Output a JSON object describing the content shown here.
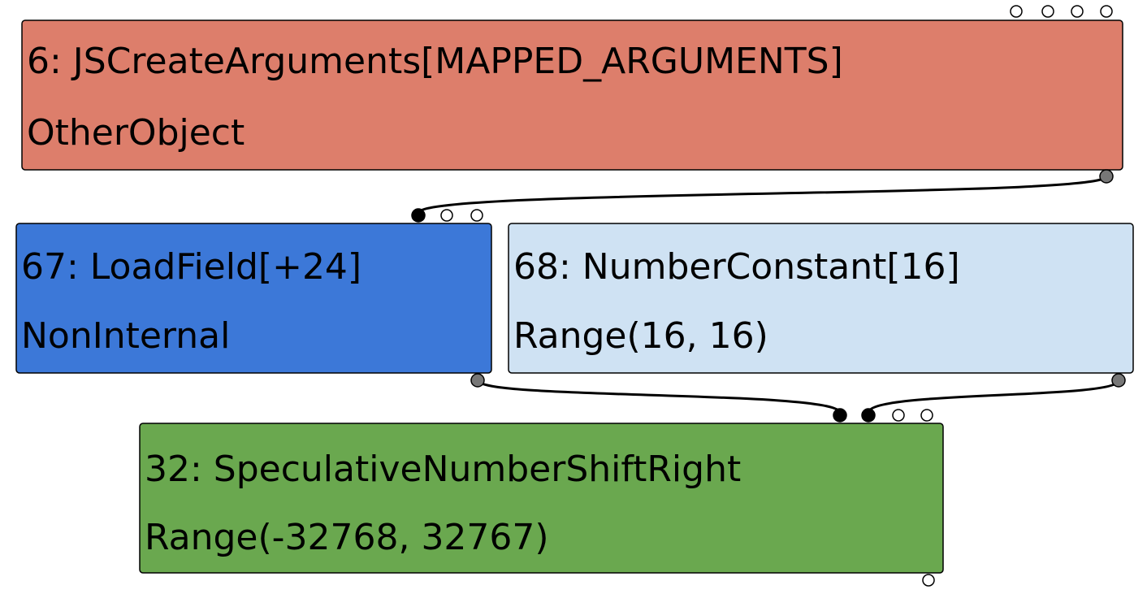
{
  "nodes": [
    {
      "id": "node-6",
      "title": "6: JSCreateArguments[MAPPED_ARGUMENTS]",
      "type": "OtherObject",
      "color": "#dd7e6b"
    },
    {
      "id": "node-67",
      "title": "67: LoadField[+24]",
      "type": "NonInternal",
      "color": "#3c78d8"
    },
    {
      "id": "node-68",
      "title": "68: NumberConstant[16]",
      "type": "Range(16, 16)",
      "color": "#cfe2f3"
    },
    {
      "id": "node-32",
      "title": "32: SpeculativeNumberShiftRight",
      "type": "Range(-32768, 32767)",
      "color": "#6aa84f"
    }
  ],
  "edges": [
    {
      "from": "node-6",
      "to": "node-67"
    },
    {
      "from": "node-67",
      "to": "node-32"
    },
    {
      "from": "node-68",
      "to": "node-32"
    }
  ]
}
